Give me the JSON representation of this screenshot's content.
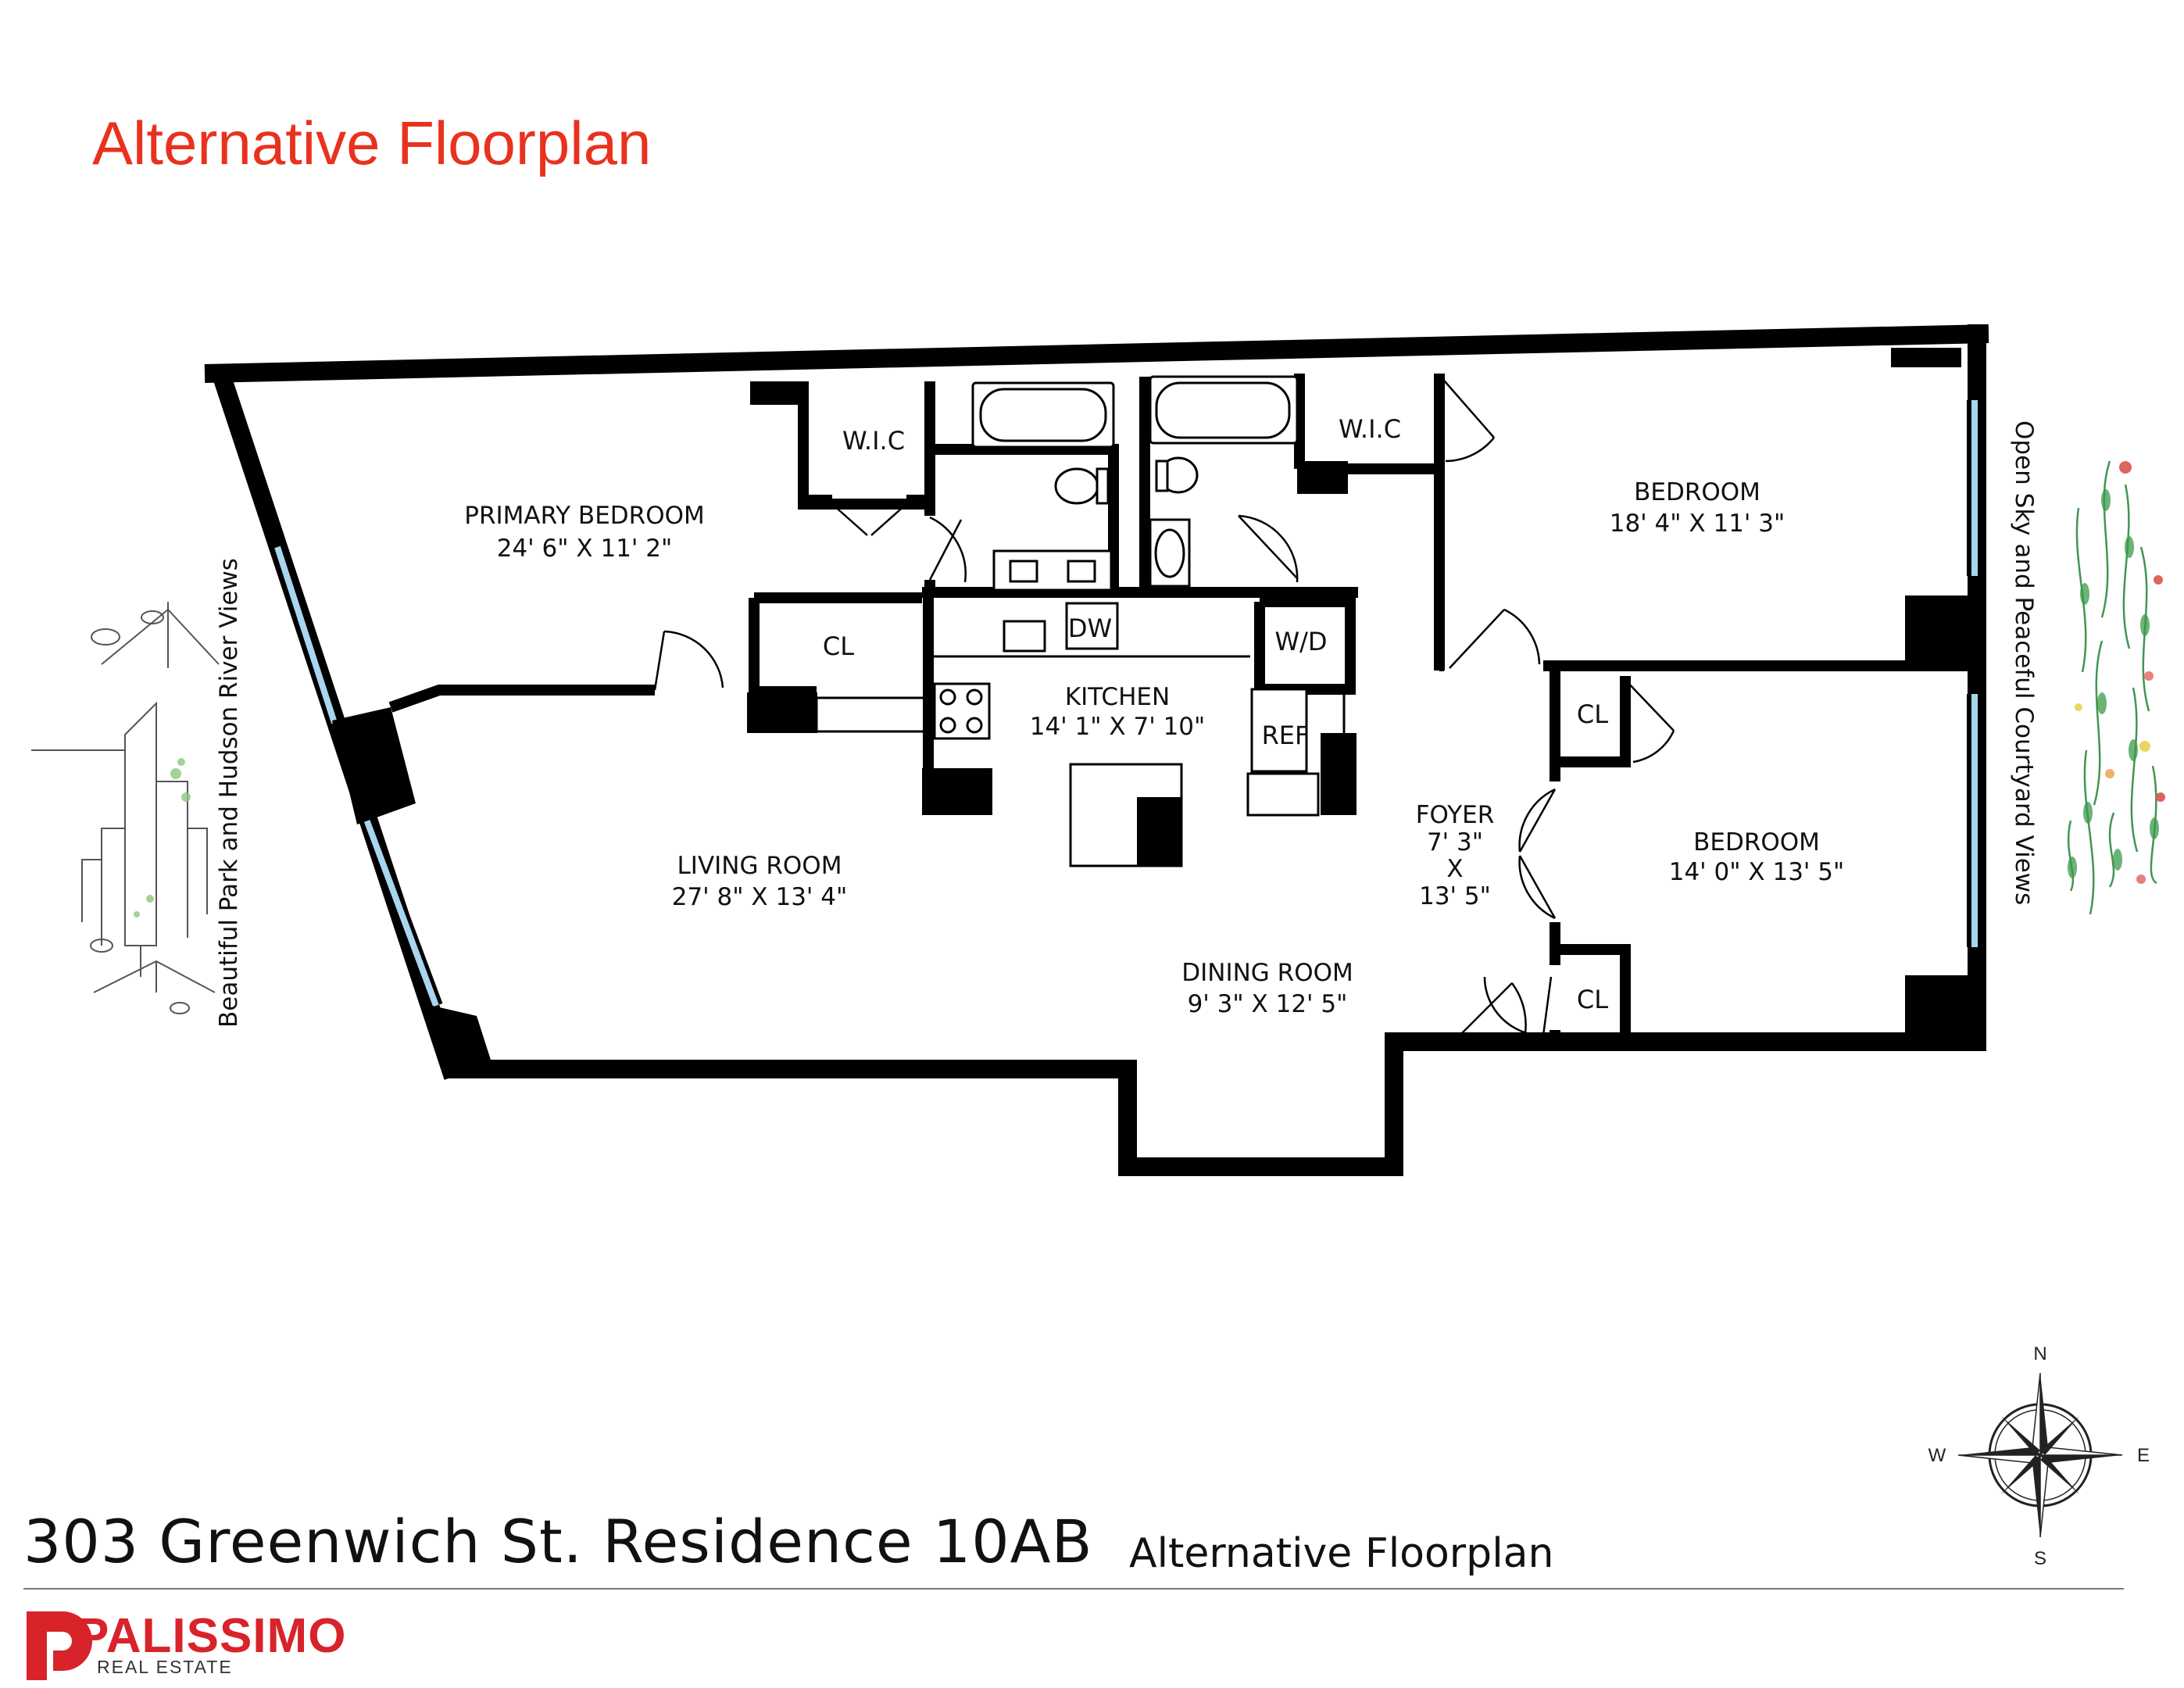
{
  "header": {
    "title": "Alternative Floorplan"
  },
  "rooms": {
    "primary_bedroom": {
      "name": "PRIMARY BEDROOM",
      "dims": "24' 6\" X 11' 2\""
    },
    "wic_left": {
      "name": "W.I.C"
    },
    "wic_right": {
      "name": "W.I.C"
    },
    "bedroom_ne": {
      "name": "BEDROOM",
      "dims": "18' 4\" X 11' 3\""
    },
    "cl_primary": {
      "name": "CL"
    },
    "dw": {
      "name": "DW"
    },
    "wd": {
      "name": "W/D"
    },
    "kitchen": {
      "name": "KITCHEN",
      "dims": "14' 1\" X 7' 10\""
    },
    "ref": {
      "name": "REF"
    },
    "cl_upper": {
      "name": "CL"
    },
    "foyer": {
      "name": "FOYER",
      "dims_line1": "7' 3\"",
      "dims_line2": "X",
      "dims_line3": "13' 5\""
    },
    "bedroom_se": {
      "name": "BEDROOM",
      "dims": "14' 0\" X 13' 5\""
    },
    "living_room": {
      "name": "LIVING ROOM",
      "dims": "27' 8\" X 13' 4\""
    },
    "dining_room": {
      "name": "DINING ROOM",
      "dims": "9' 3\" X 12' 5\""
    },
    "cl_lower": {
      "name": "CL"
    }
  },
  "views": {
    "west": "Beautiful Park and Hudson River Views",
    "east": "Open Sky and Peaceful Courtyard Views"
  },
  "compass": {
    "n": "N",
    "s": "S",
    "e": "E",
    "w": "W"
  },
  "footer": {
    "address": "303 Greenwich St. Residence 10AB",
    "subtitle": "Alternative Floorplan",
    "brand": "PALISSIMO",
    "brand_sub": "REAL ESTATE"
  },
  "colors": {
    "title": "#e8321e",
    "brand": "#d8232a",
    "wall": "#000000",
    "window": "#a9d6ee"
  },
  "icons": [
    "compass-rose-icon",
    "skyline-illustration-icon",
    "flower-garden-illustration-icon",
    "palissimo-logo-icon"
  ]
}
